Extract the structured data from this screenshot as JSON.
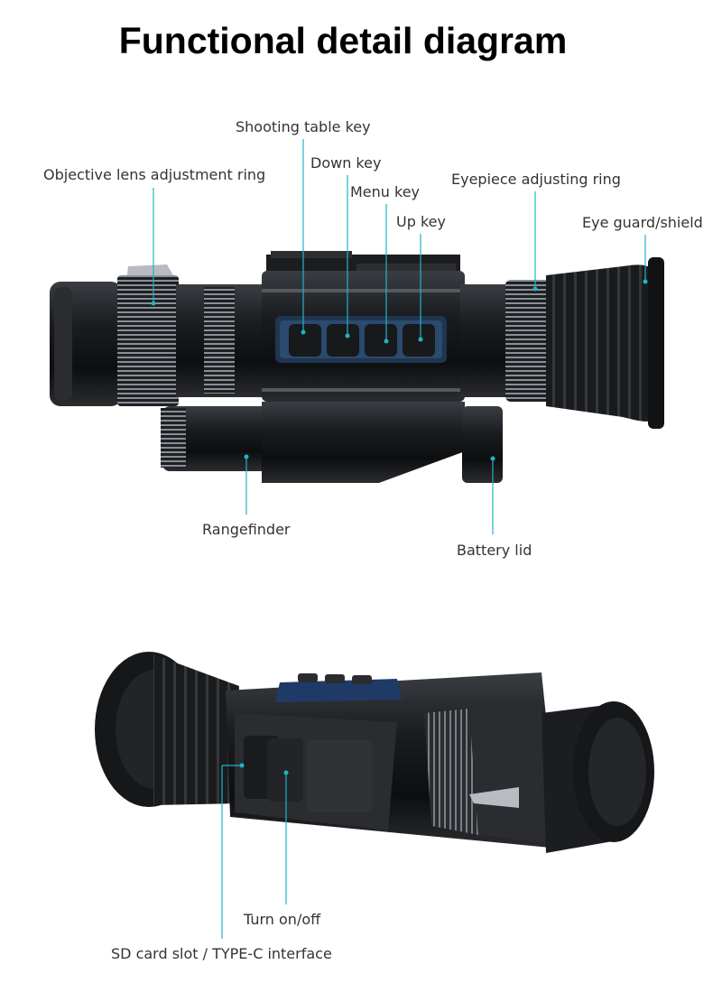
{
  "title": "Functional detail diagram",
  "accent_color": "#1fb4c8",
  "callouts": {
    "shooting_table_key": "Shooting table key",
    "objective_ring": "Objective lens adjustment ring",
    "down_key": "Down key",
    "menu_key": "Menu key",
    "eyepiece_ring": "Eyepiece adjusting ring",
    "up_key": "Up key",
    "eye_guard": "Eye guard/shield",
    "rangefinder": "Rangefinder",
    "battery_lid": "Battery lid",
    "turn_on_off": "Turn on/off",
    "sd_card_slot": "SD card slot / TYPE-C interface"
  }
}
